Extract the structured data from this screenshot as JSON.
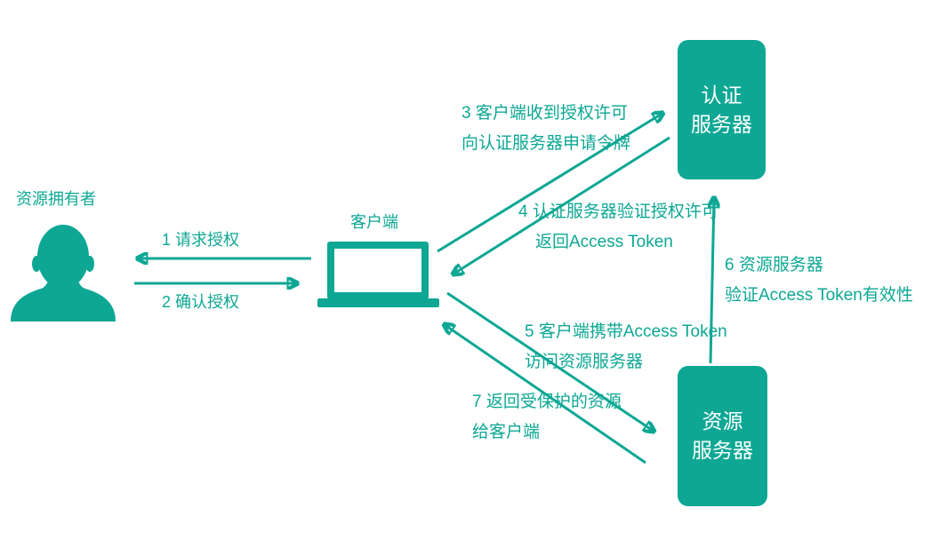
{
  "colors": {
    "accent_teal": "#0DA794",
    "box_text": "#FFFFFF",
    "background": "#FFFFFF"
  },
  "nodes": {
    "resource_owner": {
      "label": "资源拥有者",
      "icon": "person-silhouette"
    },
    "client": {
      "label": "客户端",
      "icon": "laptop"
    },
    "auth_server": {
      "line1": "认证",
      "line2": "服务器"
    },
    "resource_server": {
      "line1": "资源",
      "line2": "服务器"
    }
  },
  "steps": {
    "step1": {
      "text": "1 请求授权",
      "from": "client",
      "to": "resource_owner"
    },
    "step2": {
      "text": "2 确认授权",
      "from": "resource_owner",
      "to": "client"
    },
    "step3": {
      "line1": "3 客户端收到授权许可",
      "line2": "向认证服务器申请令牌",
      "from": "client",
      "to": "auth_server"
    },
    "step4": {
      "line1": "4 认证服务器验证授权许可",
      "line2": "返回Access Token",
      "from": "auth_server",
      "to": "client"
    },
    "step5": {
      "line1": "5 客户端携带Access Token",
      "line2": "访问资源服务器",
      "from": "client",
      "to": "resource_server"
    },
    "step6": {
      "line1": "6 资源服务器",
      "line2": "验证Access Token有效性",
      "from": "resource_server",
      "to": "auth_server"
    },
    "step7": {
      "line1": "7 返回受保护的资源",
      "line2": "给客户端",
      "from": "resource_server",
      "to": "client"
    }
  }
}
